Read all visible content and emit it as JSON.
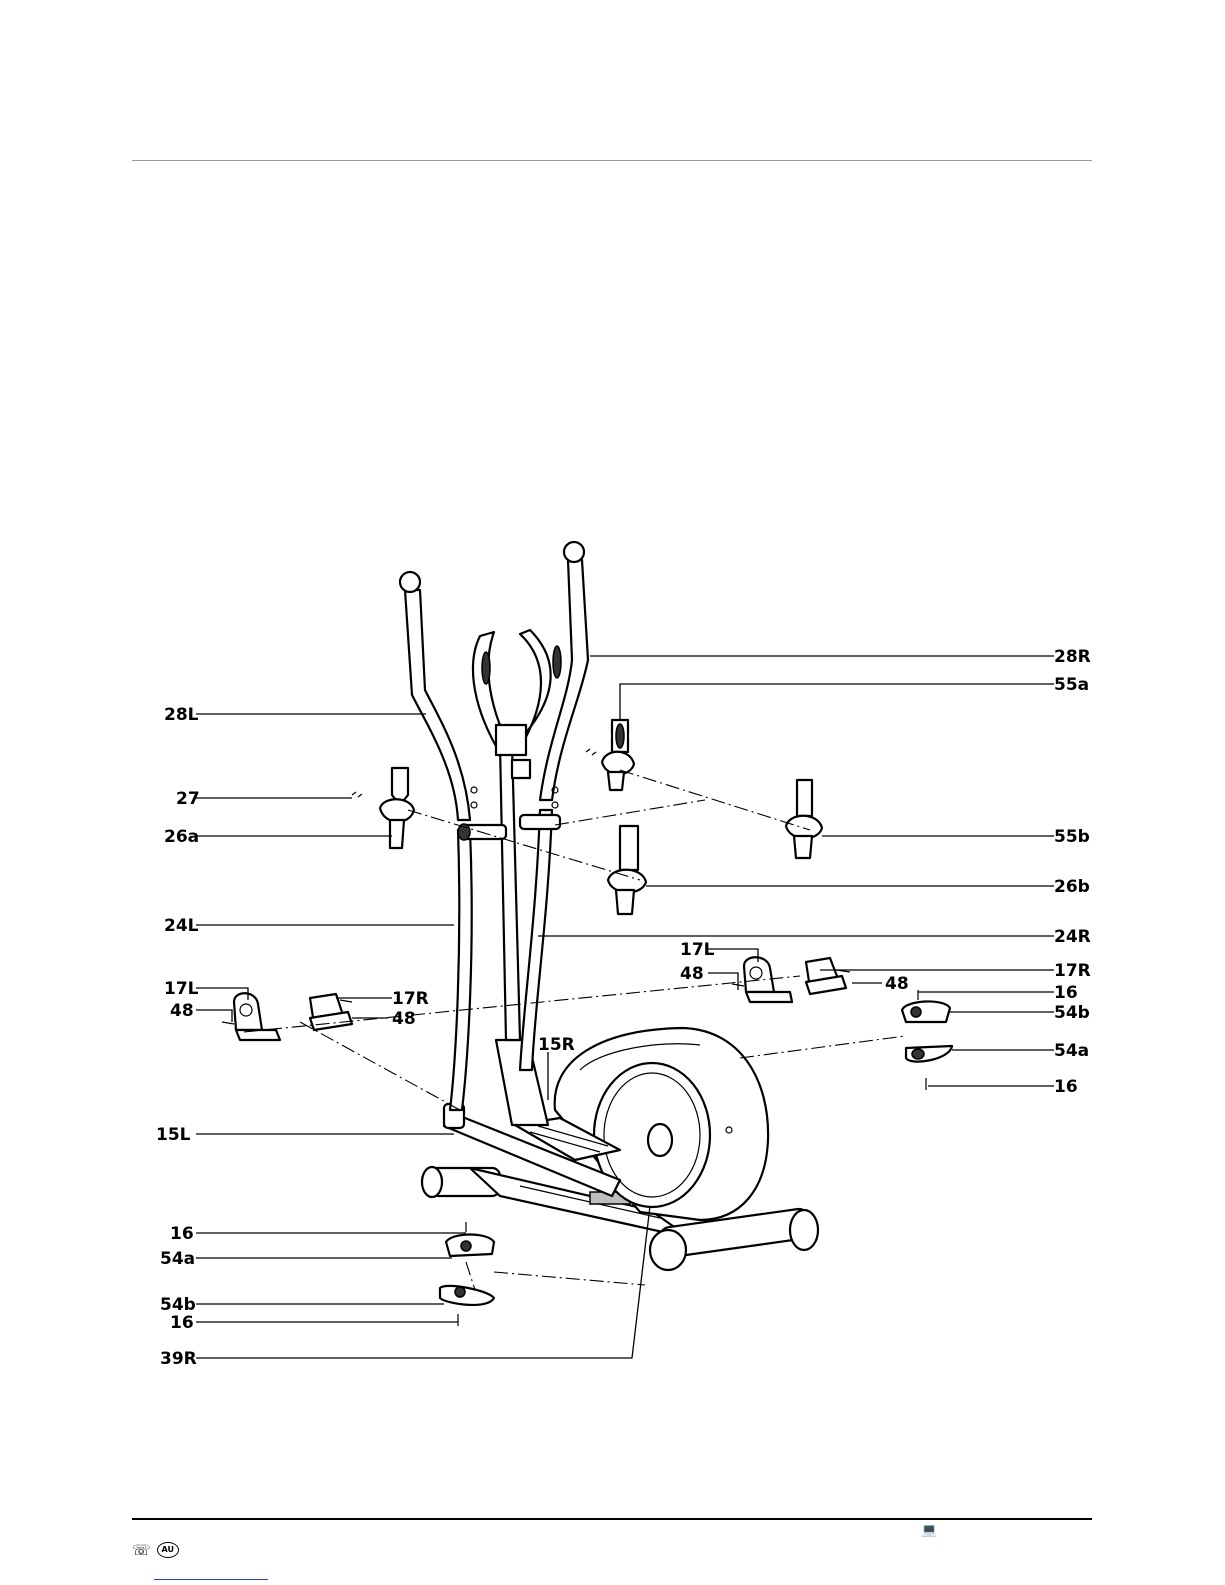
{
  "labels": {
    "l28R": "28R",
    "l55a_top": "55a",
    "l28L": "28L",
    "l27": "27",
    "l26a": "26a",
    "l55b": "55b",
    "l26b": "26b",
    "l24L": "24L",
    "l24R": "24R",
    "l17L_right": "17L",
    "l17R_right": "17R",
    "l48_right_a": "48",
    "l48_right_b": "48",
    "l16_right_top": "16",
    "l54b_right": "54b",
    "l54a_right": "54a",
    "l16_right_bottom": "16",
    "l17L_left": "17L",
    "l17R_left": "17R",
    "l48_left_a": "48",
    "l48_left_b": "48",
    "l15R": "15R",
    "l15L": "15L",
    "l16_bottom_a": "16",
    "l54a_bottom": "54a",
    "l54b_bottom": "54b",
    "l16_bottom_b": "16",
    "l39R": "39R"
  },
  "icons": {
    "phone": "phone-icon",
    "region_badge": "AU",
    "laptop": "laptop-icon"
  }
}
